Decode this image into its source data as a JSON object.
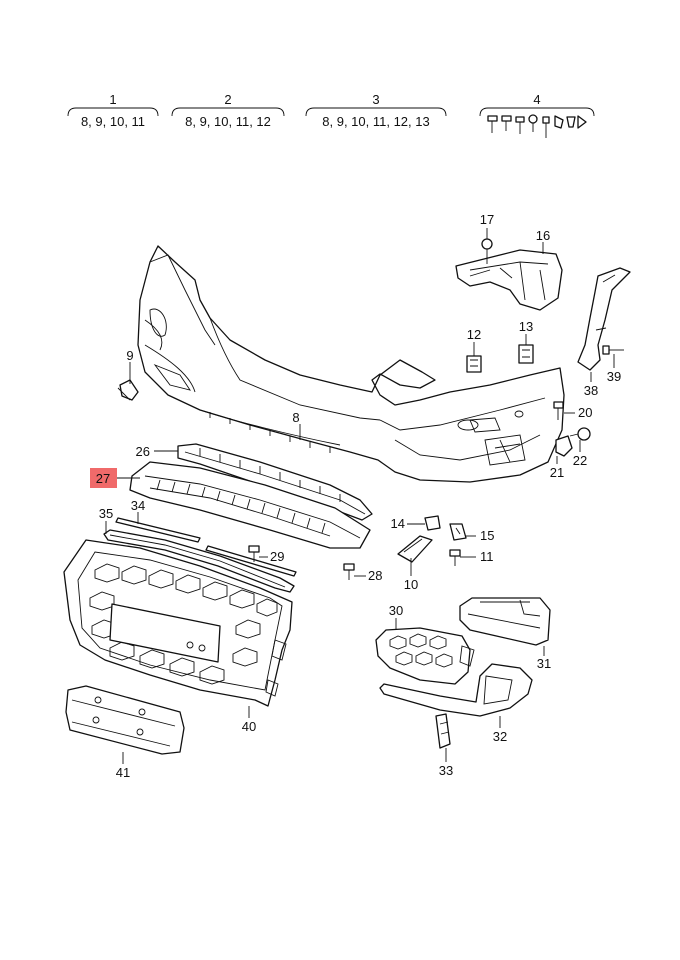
{
  "header_groups": [
    {
      "num": "1",
      "members": "8, 9, 10, 11"
    },
    {
      "num": "2",
      "members": "8, 9, 10, 11, 12"
    },
    {
      "num": "3",
      "members": "8, 9, 10, 11, 12, 13"
    },
    {
      "num": "4",
      "members": ""
    }
  ],
  "callouts": {
    "c8": "8",
    "c9": "9",
    "c10": "10",
    "c11": "11",
    "c12": "12",
    "c13": "13",
    "c14": "14",
    "c15": "15",
    "c16": "16",
    "c17": "17",
    "c20": "20",
    "c21": "21",
    "c22": "22",
    "c26": "26",
    "c27": "27",
    "c28": "28",
    "c29": "29",
    "c30": "30",
    "c31": "31",
    "c32": "32",
    "c33": "33",
    "c34": "34",
    "c35": "35",
    "c38": "38",
    "c39": "39",
    "c40": "40",
    "c41": "41"
  },
  "highlighted_callout": "27",
  "highlight_color": "#f06a6a"
}
